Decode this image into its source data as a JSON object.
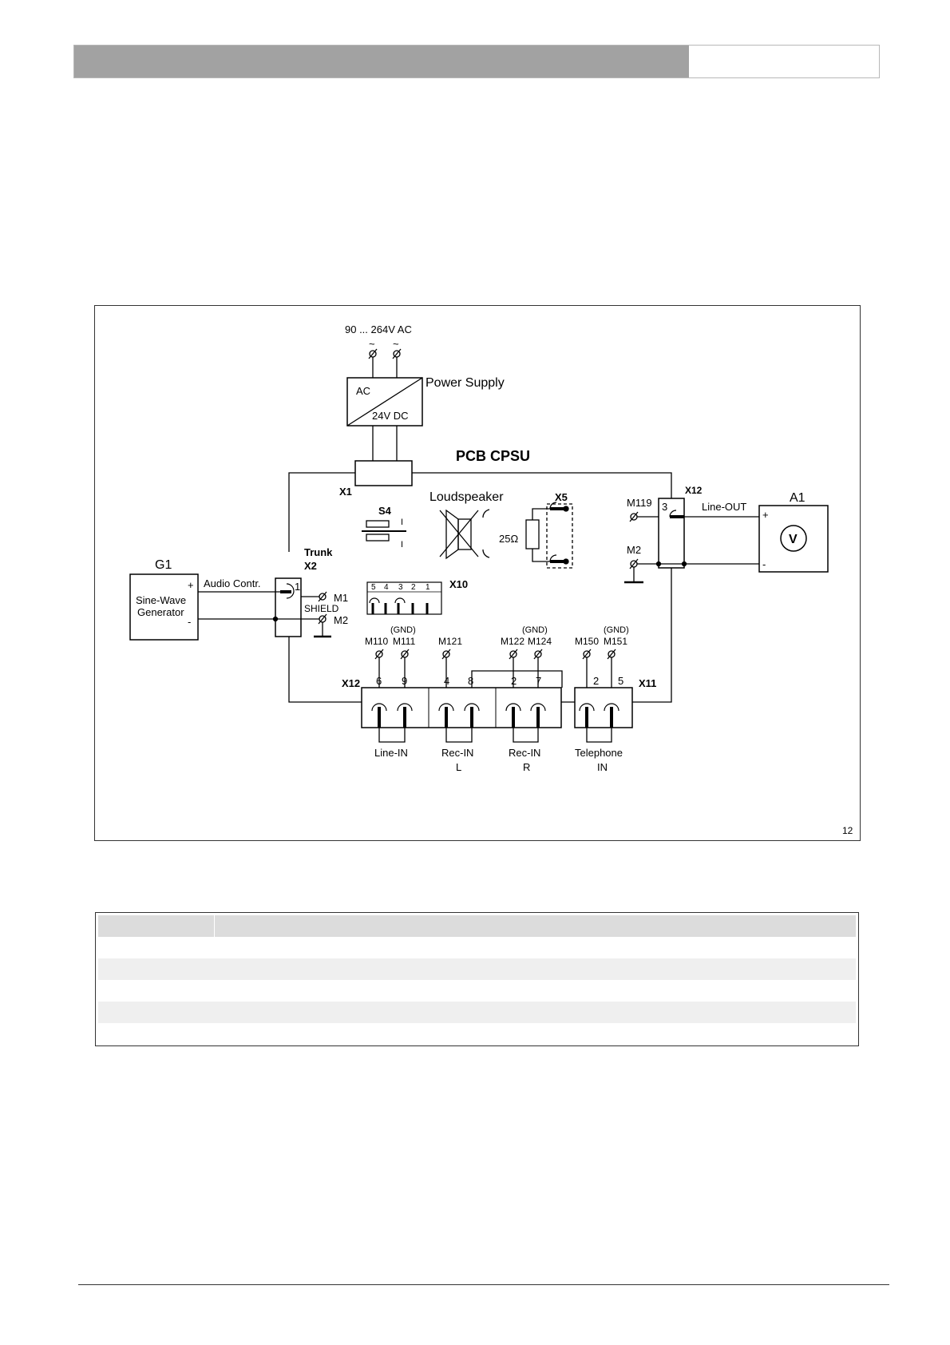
{
  "diagram": {
    "figure_number": "12",
    "supply_voltage": "90 ... 264V AC",
    "supply_symbol": "~",
    "power_supply": {
      "title": "Power Supply",
      "input": "AC",
      "output": "24V DC"
    },
    "pcb_title": "PCB CPSU",
    "labels": {
      "x1": "X1",
      "x2": "X2",
      "x5": "X5",
      "x10": "X10",
      "x11": "X11",
      "x12_left": "X12",
      "x12_right": "X12",
      "s4": "S4",
      "trunk": "Trunk",
      "loudspeaker": "Loudspeaker",
      "resistor": "25Ω",
      "switch_on": "I",
      "switch_pos": "I",
      "audio_contr": "Audio Contr.",
      "shield": "SHIELD",
      "line_out": "Line-OUT",
      "gnd_1": "(GND)",
      "gnd_2": "(GND)",
      "gnd_3": "(GND)"
    },
    "generator": {
      "id": "G1",
      "line1": "Sine-Wave",
      "line2": "Generator",
      "plus": "+",
      "minus": "-"
    },
    "meter": {
      "id": "A1",
      "symbol": "V",
      "plus": "+",
      "minus": "-"
    },
    "trunk_pin": "1",
    "x12_out_pin": "3",
    "measure_points": {
      "m1": "M1",
      "m2_left": "M2",
      "m119": "M119",
      "m2_right": "M2",
      "m110": "M110",
      "m111": "M111",
      "m121": "M121",
      "m122": "M122",
      "m124": "M124",
      "m150": "M150",
      "m151": "M151"
    },
    "x10_pins": [
      "5",
      "4",
      "3",
      "2",
      "1"
    ],
    "bottom_pins": [
      "6",
      "9",
      "4",
      "8",
      "2",
      "7",
      "2",
      "5"
    ],
    "inputs": {
      "line_in": "Line-IN",
      "rec_in_l": "Rec-IN",
      "rec_in_l_sub": "L",
      "rec_in_r": "Rec-IN",
      "rec_in_r_sub": "R",
      "telephone": "Telephone",
      "telephone_sub": "IN"
    }
  },
  "table": {
    "rows": 5
  }
}
